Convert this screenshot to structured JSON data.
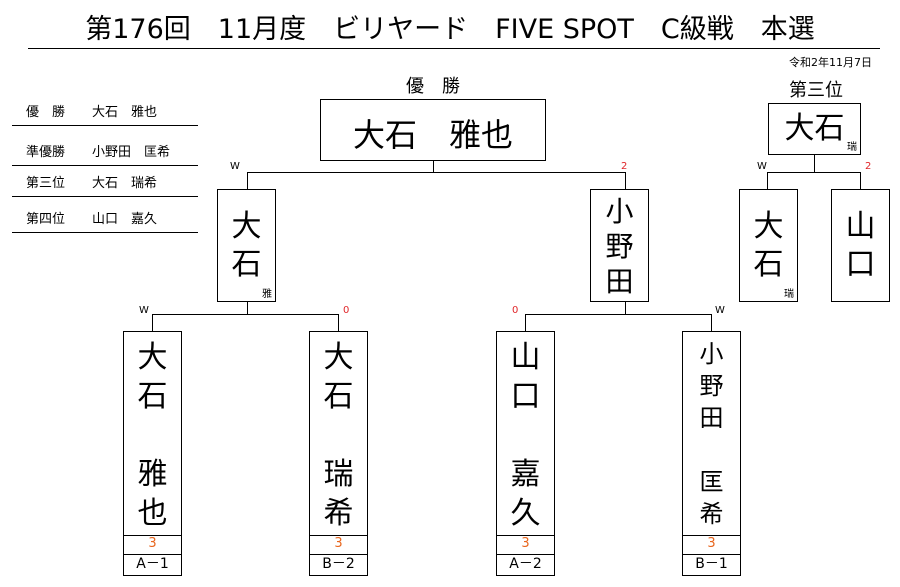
{
  "title": "第176回　11月度　ビリヤード　FIVE SPOT　C級戦　本選",
  "date": "令和2年11月7日",
  "summary": [
    {
      "label": "優　勝",
      "name": "大石　雅也"
    },
    {
      "label": "準優勝",
      "name": "小野田　匡希"
    },
    {
      "label": "第三位",
      "name": "大石　瑞希"
    },
    {
      "label": "第四位",
      "name": "山口　嘉久"
    }
  ],
  "champion": {
    "header": "優　勝",
    "name": "大石　雅也"
  },
  "third_place": {
    "header": "第三位",
    "winner": {
      "name": "大石",
      "sub": "瑞"
    },
    "left": {
      "chars": [
        "大",
        "石"
      ],
      "sub": "瑞",
      "mark": "W"
    },
    "right": {
      "chars": [
        "山",
        "口"
      ],
      "mark": "2"
    }
  },
  "final": {
    "left": {
      "chars": [
        "大",
        "石"
      ],
      "sub": "雅",
      "mark": "W"
    },
    "right": {
      "chars": [
        "小",
        "野",
        "田"
      ],
      "mark": "2"
    }
  },
  "semis": [
    {
      "chars": [
        "大",
        "石",
        "",
        "雅",
        "也"
      ],
      "mark": "W",
      "score": "3",
      "code": "A－1"
    },
    {
      "chars": [
        "大",
        "石",
        "",
        "瑞",
        "希"
      ],
      "mark": "0",
      "score": "3",
      "code": "B－2"
    },
    {
      "chars": [
        "山",
        "口",
        "",
        "嘉",
        "久"
      ],
      "mark": "0",
      "score": "3",
      "code": "A－2"
    },
    {
      "chars": [
        "小",
        "野",
        "田",
        "",
        "匡",
        "希"
      ],
      "mark": "W",
      "score": "3",
      "code": "B－1"
    }
  ]
}
